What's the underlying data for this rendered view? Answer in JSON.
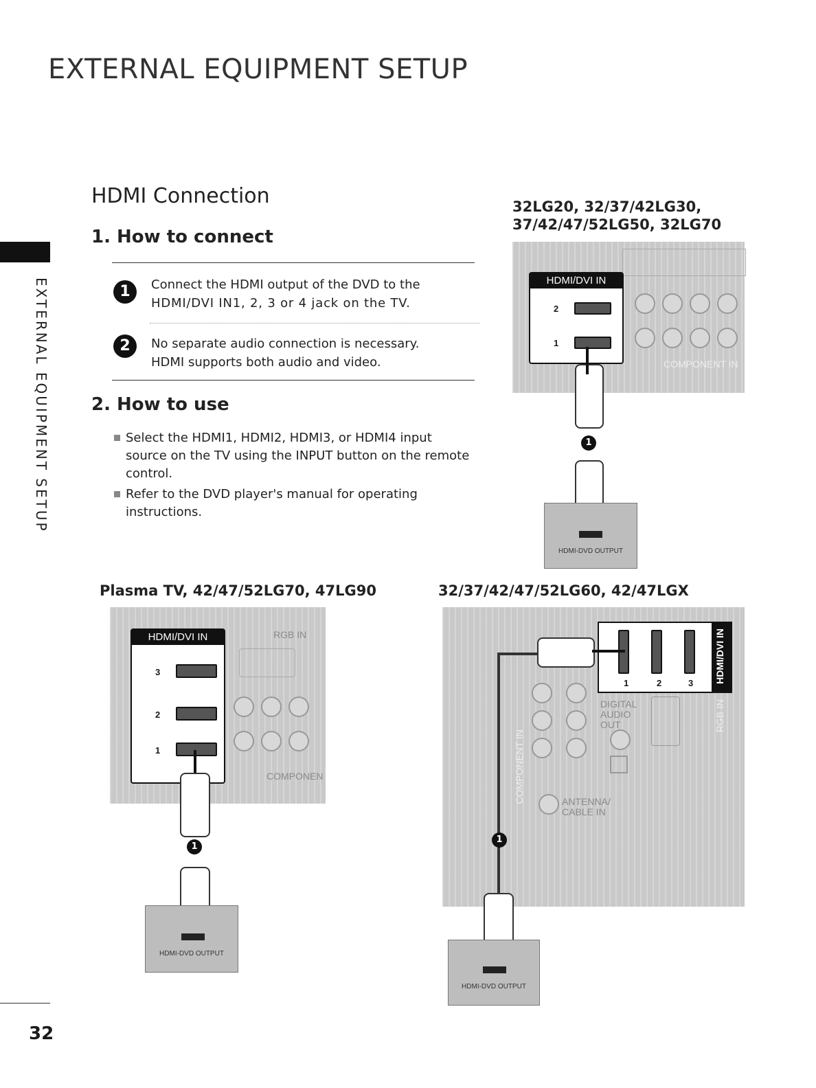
{
  "page_title": "EXTERNAL EQUIPMENT SETUP",
  "side_tab_text": "EXTERNAL EQUIPMENT SETUP",
  "page_number": "32",
  "section_title": "HDMI Connection",
  "how_to_connect": {
    "heading": "1. How to connect",
    "steps": [
      {
        "number": "1",
        "line1": "Connect the HDMI output of the DVD to the",
        "line2": "HDMI/DVI IN1, 2, 3 or 4 jack on the TV."
      },
      {
        "number": "2",
        "line1": "No separate audio connection is necessary.",
        "line2": "HDMI supports both audio and video."
      }
    ]
  },
  "how_to_use": {
    "heading": "2. How to use",
    "bullets": [
      "Select the HDMI1, HDMI2, HDMI3, or HDMI4 input source on the TV using the INPUT button on the remote control.",
      "Refer to the DVD player's manual for operating instructions."
    ]
  },
  "diagrams": {
    "top_right": {
      "caption_line1": "32LG20, 32/37/42LG30,",
      "caption_line2": "37/42/47/52LG50, 32LG70",
      "hdmi_label": "HDMI/DVI IN",
      "ports": [
        "2",
        "1"
      ],
      "component_label": "COMPONENT IN",
      "dvd_label": "HDMI-DVD OUTPUT",
      "badge": "1"
    },
    "bottom_left": {
      "caption": "Plasma TV, 42/47/52LG70, 47LG90",
      "hdmi_label": "HDMI/DVI IN",
      "ports": [
        "3",
        "2",
        "1"
      ],
      "rgb_label": "RGB IN",
      "component_label": "COMPONEN",
      "dvd_label": "HDMI-DVD OUTPUT",
      "badge": "1"
    },
    "bottom_right": {
      "caption": "32/37/42/47/52LG60, 42/47LGX",
      "hdmi_label": "HDMI/DVI IN",
      "ports": [
        "1",
        "2",
        "3"
      ],
      "component_label": "COMPONENT IN",
      "digital_audio_label": "DIGITAL AUDIO OUT",
      "rgb_label": "RGB IN",
      "antenna_label": "ANTENNA/ CABLE IN",
      "dvd_label": "HDMI-DVD OUTPUT",
      "badge": "1"
    }
  }
}
